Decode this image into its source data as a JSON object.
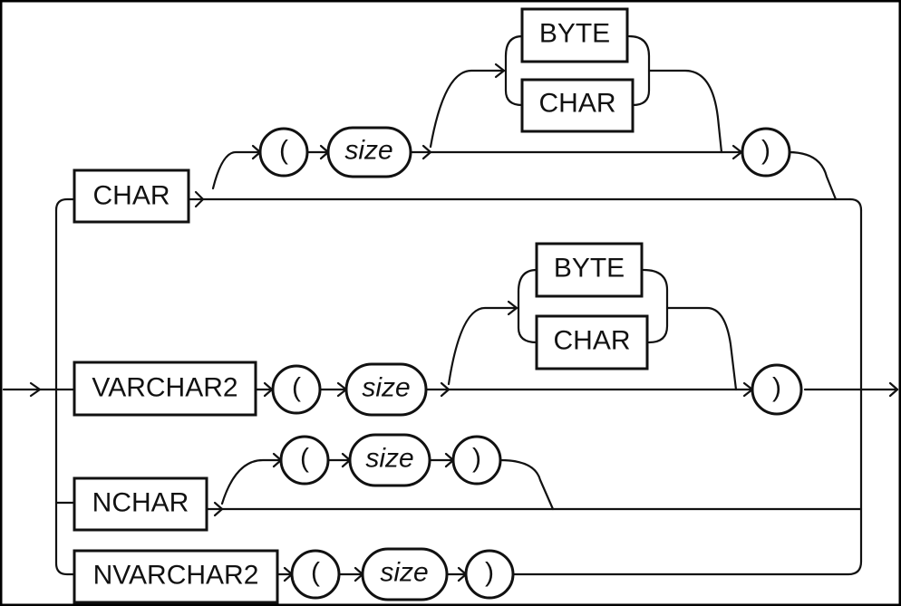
{
  "diagram": {
    "keywords": {
      "char": "CHAR",
      "varchar2": "VARCHAR2",
      "nchar": "NCHAR",
      "nvarchar2": "NVARCHAR2",
      "byte": "BYTE",
      "char_semantics": "CHAR"
    },
    "open_paren": "(",
    "close_paren": ")",
    "size": "size"
  }
}
